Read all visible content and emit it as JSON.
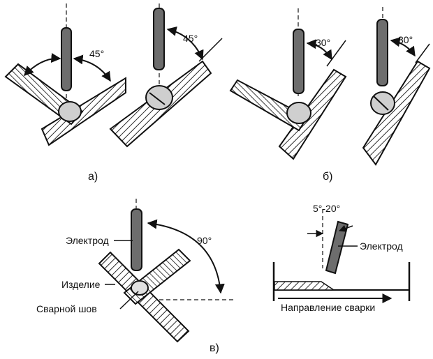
{
  "panels": {
    "a": {
      "caption": "а)",
      "left_angle": "45°",
      "right_angle": "45°"
    },
    "b": {
      "caption": "б)",
      "left_angle": "30°",
      "right_angle": "30°"
    },
    "c": {
      "caption": "в)",
      "angle": "90°",
      "electrode_label": "Электрод",
      "workpiece_label": "Изделие",
      "seam_label": "Сварной шов"
    },
    "d": {
      "angle_range": "5°-20°",
      "electrode_label": "Электрод",
      "direction_label": "Направление сварки"
    }
  }
}
